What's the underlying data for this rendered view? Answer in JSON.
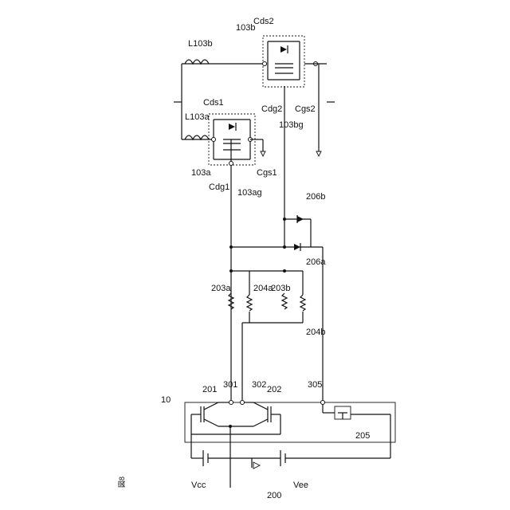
{
  "figure_label": "図8",
  "labels": {
    "block": "10",
    "t201": "201",
    "t202": "202",
    "n301": "301",
    "n302": "302",
    "n305": "305",
    "sw205": "205",
    "gnd200": "200",
    "vcc": "Vcc",
    "vee": "Vee",
    "r203a": "203a",
    "r204a": "204a",
    "r203b": "203b",
    "r204b": "204b",
    "d206a": "206a",
    "d206b": "206b",
    "q103a": "103a",
    "q103b": "103b",
    "g103ag": "103ag",
    "g103bg": "103bg",
    "cdg1": "Cdg1",
    "cgs1": "Cgs1",
    "cds1": "Cds1",
    "cdg2": "Cdg2",
    "cgs2": "Cgs2",
    "cds2": "Cds2",
    "l103a": "L103a",
    "l103b": "L103b"
  }
}
